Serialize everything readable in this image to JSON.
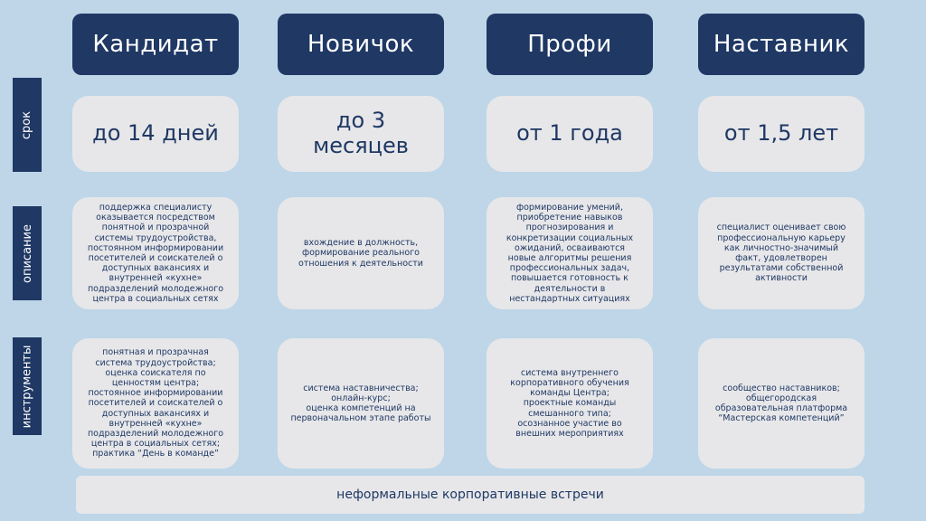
{
  "headers": [
    "Кандидат",
    "Новичок",
    "Профи",
    "Наставник"
  ],
  "row_labels": {
    "term": "срок",
    "description": "описание",
    "tools": "инструменты"
  },
  "terms": [
    "до 14 дней",
    "до 3\nмесяцев",
    "от 1 года",
    "от 1,5 лет"
  ],
  "descriptions": [
    "поддержка специалисту\nоказывается посредством\nпонятной и прозрачной\nсистемы трудоустройства,\nпостоянном информировании\nпосетителей и соискателей о\nдоступных вакансиях и\nвнутренней «кухне»\nподразделений молодежного\nцентра в социальных сетях",
    "вхождение в должность,\nформирование реального\nотношения к деятельности",
    "формирование умений,\nприобретение навыков\nпрогнозирования и\nконкретизации социальных\nожиданий, осваиваются\nновые алгоритмы решения\nпрофессиональных задач,\nповышается готовность к\nдеятельности в\nнестандартных ситуациях",
    "специалист оценивает свою\nпрофессиональную карьеру\nкак  личностно-значимый\nфакт, удовлетворен\nрезультатами собственной\nактивности"
  ],
  "tools": [
    "понятная и прозрачная\nсистема трудоустройства;\nоценка соискателя по\nценностям центра;\nпостоянное информировании\nпосетителей и соискателей о\nдоступных вакансиях и\nвнутренней «кухне»\nподразделений молодежного\nцентра в социальных сетях;\nпрактика “День в команде”",
    "система наставничества;\nонлайн-курс;\nоценка компетенций на\nпервоначальном этапе работы",
    "система внутреннего\nкорпоративного обучения\nкоманды Центра;\nпроектные команды\nсмешанного типа;\nосознанное участие во\nвнешних мероприятиях",
    "сообщество наставников;\nобщегородская\nобразовательная платформа\n“Мастерская компетенций”"
  ],
  "footer": "неформальные корпоративные встречи"
}
